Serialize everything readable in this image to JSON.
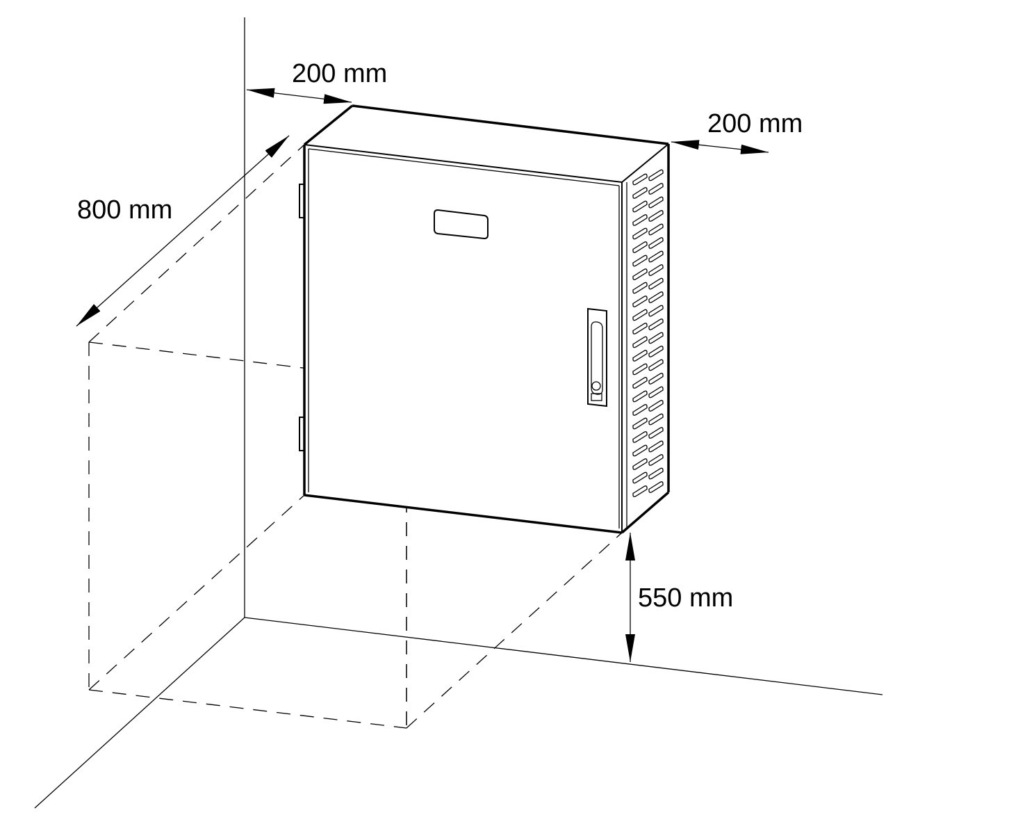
{
  "diagram": {
    "dimensions": {
      "top_clearance": "200 mm",
      "side_clearance": "200 mm",
      "front_clearance": "800 mm",
      "floor_height": "550 mm"
    },
    "colors": {
      "line": "#000000",
      "background": "#ffffff",
      "cabinet_face": "#ffffff"
    }
  }
}
